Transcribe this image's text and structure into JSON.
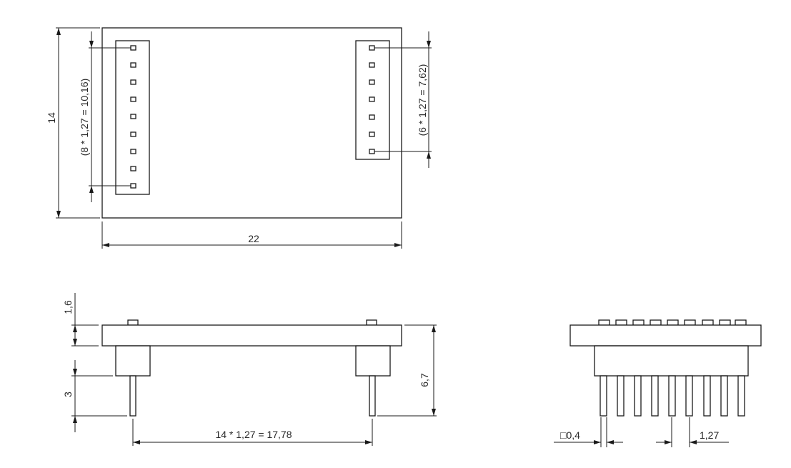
{
  "drawing": {
    "top_view": {
      "width_label": "22",
      "height_label": "14",
      "left_header_pitch_label": "(8 * 1,27 = 10,16)",
      "right_header_pitch_label": "(6 * 1,27 = 7,62)",
      "left_header_pin_count": 9,
      "right_header_pin_count": 7
    },
    "side_view": {
      "board_thickness_label": "1,6",
      "pin_length_label": "3",
      "total_height_label": "6,7",
      "header_spacing_label": "14 * 1,27 = 17,78"
    },
    "end_view": {
      "pin_size_label": "□0,4",
      "pin_pitch_label": "1,27",
      "pin_count": 9
    }
  },
  "colors": {
    "line": "#1a1a1a",
    "text": "#2a2a2a",
    "background": "#ffffff"
  }
}
